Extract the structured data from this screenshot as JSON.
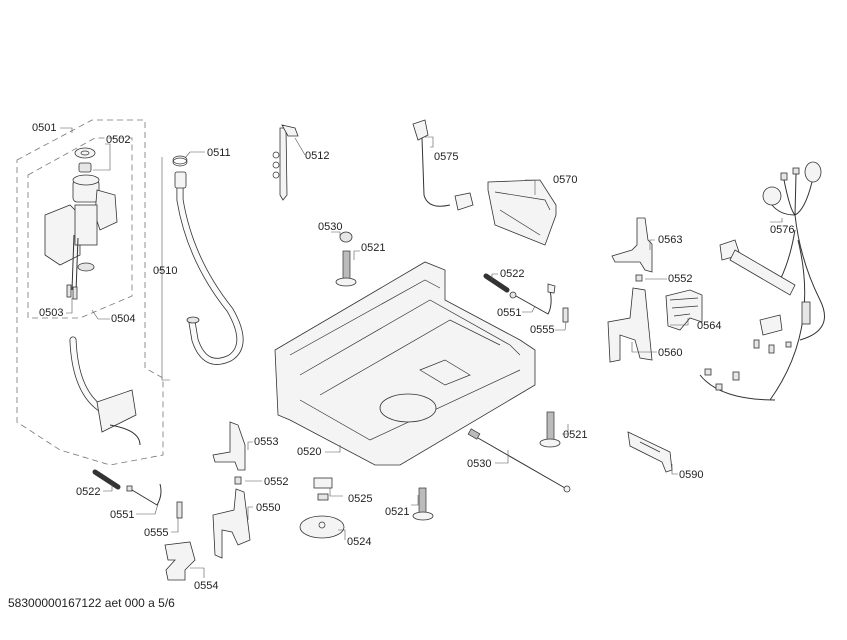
{
  "diagram": {
    "type": "exploded-parts-diagram",
    "footer": "58300000167122 aet 000 a 5/6",
    "callouts": [
      {
        "id": "c0501",
        "label": "0501"
      },
      {
        "id": "c0502",
        "label": "0502"
      },
      {
        "id": "c0503",
        "label": "0503"
      },
      {
        "id": "c0504",
        "label": "0504"
      },
      {
        "id": "c0510",
        "label": "0510"
      },
      {
        "id": "c0511",
        "label": "0511"
      },
      {
        "id": "c0512",
        "label": "0512"
      },
      {
        "id": "c0530a",
        "label": "0530"
      },
      {
        "id": "c0521a",
        "label": "0521"
      },
      {
        "id": "c0575",
        "label": "0575"
      },
      {
        "id": "c0570",
        "label": "0570"
      },
      {
        "id": "c0563",
        "label": "0563"
      },
      {
        "id": "c0552a",
        "label": "0552"
      },
      {
        "id": "c0576",
        "label": "0576"
      },
      {
        "id": "c0522a",
        "label": "0522"
      },
      {
        "id": "c0551a",
        "label": "0551"
      },
      {
        "id": "c0555a",
        "label": "0555"
      },
      {
        "id": "c0564",
        "label": "0564"
      },
      {
        "id": "c0560",
        "label": "0560"
      },
      {
        "id": "c0520",
        "label": "0520"
      },
      {
        "id": "c0521b",
        "label": "0521"
      },
      {
        "id": "c0530b",
        "label": "0530"
      },
      {
        "id": "c0590",
        "label": "0590"
      },
      {
        "id": "c0553",
        "label": "0553"
      },
      {
        "id": "c0552b",
        "label": "0552"
      },
      {
        "id": "c0525",
        "label": "0525"
      },
      {
        "id": "c0550",
        "label": "0550"
      },
      {
        "id": "c0522b",
        "label": "0522"
      },
      {
        "id": "c0551b",
        "label": "0551"
      },
      {
        "id": "c0521c",
        "label": "0521"
      },
      {
        "id": "c0524",
        "label": "0524"
      },
      {
        "id": "c0555b",
        "label": "0555"
      },
      {
        "id": "c0554",
        "label": "0554"
      }
    ]
  }
}
